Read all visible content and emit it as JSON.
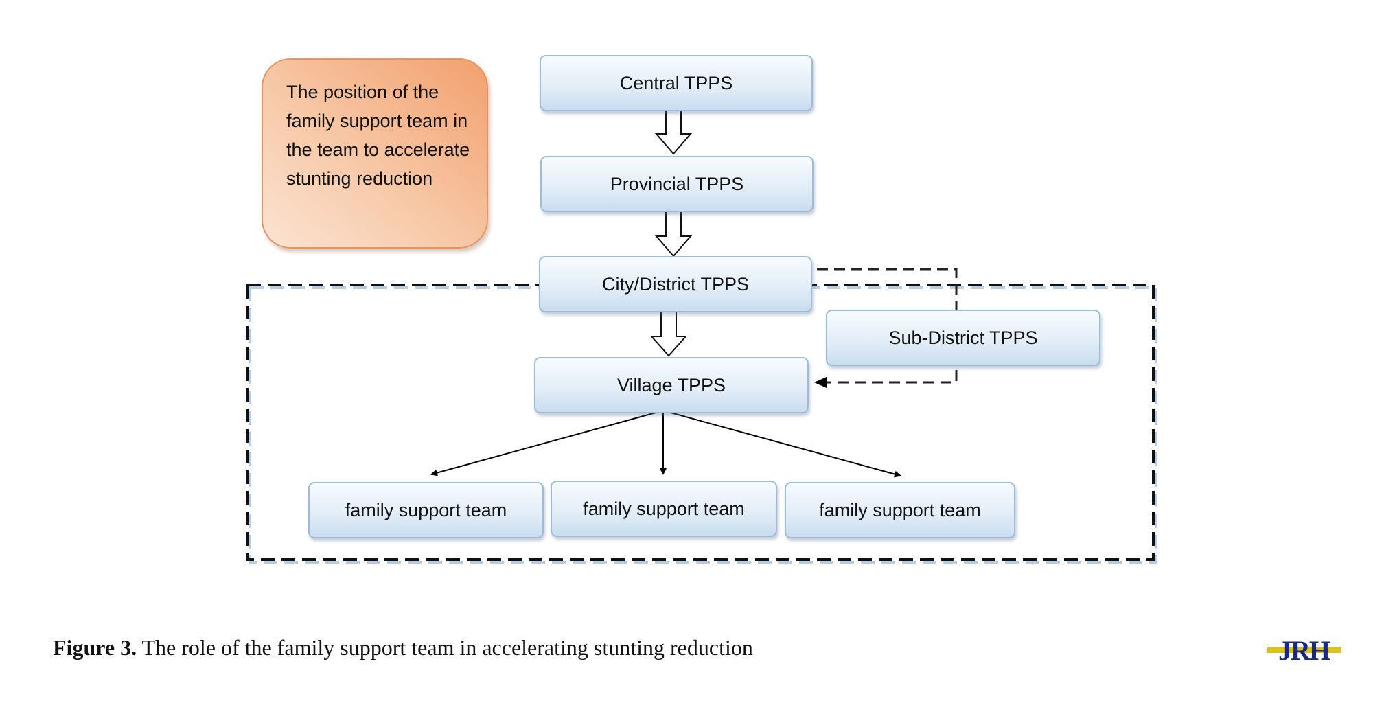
{
  "diagram": {
    "note": "The position of the family support team in the team to accelerate stunting reduction",
    "nodes": {
      "central": "Central TPPS",
      "provincial": "Provincial TPPS",
      "city_district": "City/District TPPS",
      "sub_district": "Sub-District TPPS",
      "village": "Village TPPS",
      "family_team_1": "family support team",
      "family_team_2": "family support team",
      "family_team_3": "family support team"
    }
  },
  "caption": {
    "label": "Figure 3.",
    "text": "The role of the family support team in accelerating stunting reduction"
  },
  "logo": {
    "text": "JRH",
    "colors": {
      "letters": "#1a2a80",
      "accent": "#d8c21a"
    }
  }
}
